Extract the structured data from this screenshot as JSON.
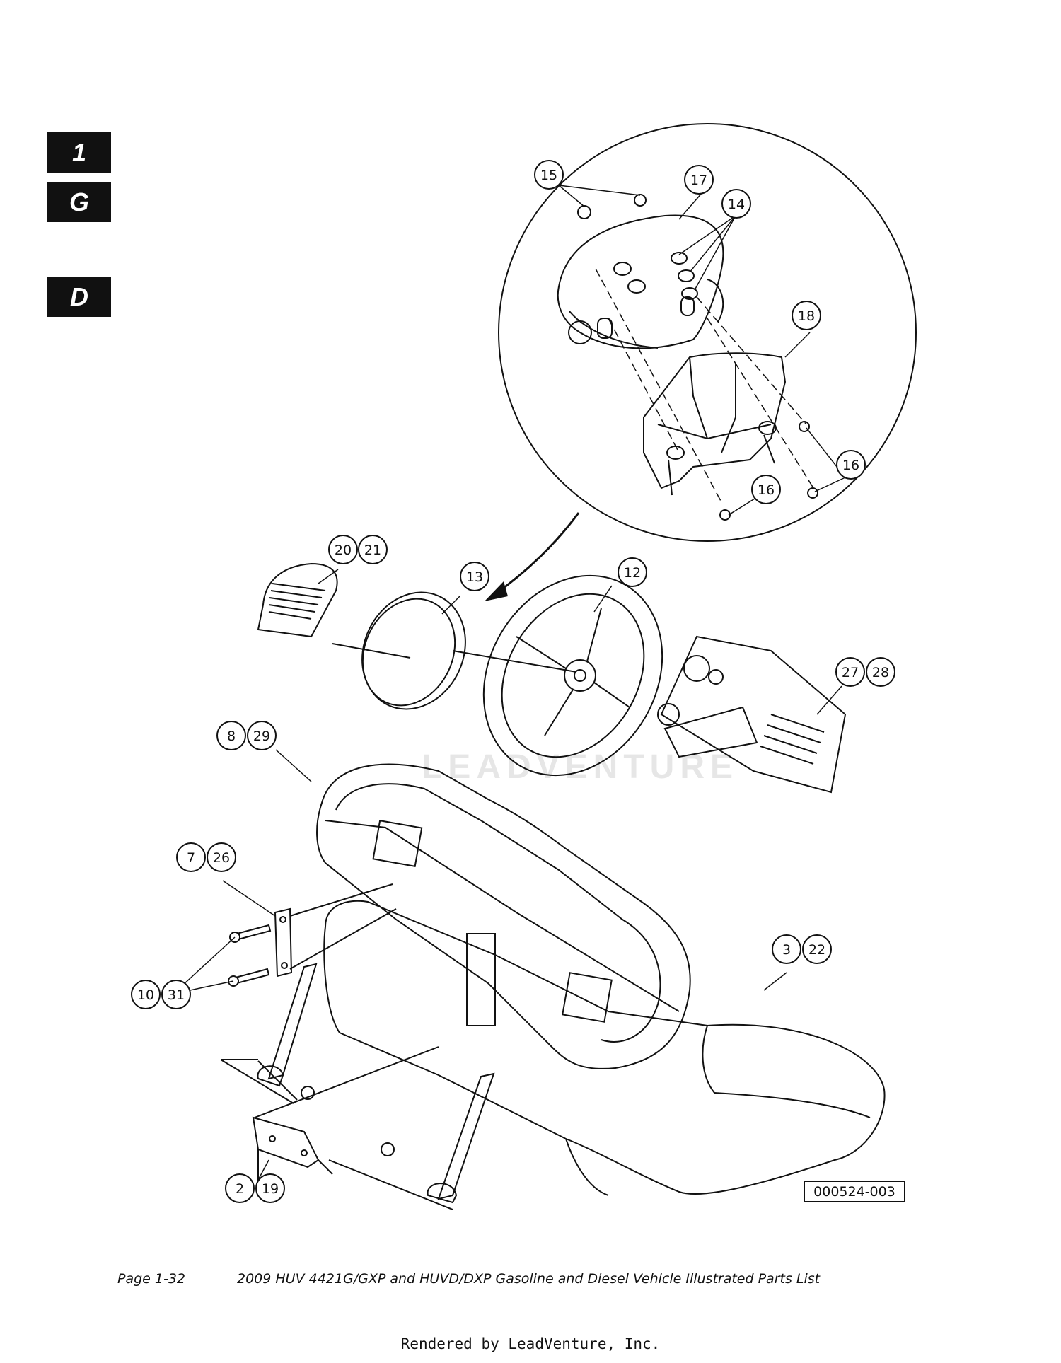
{
  "section_tabs": [
    {
      "label": "1"
    },
    {
      "label": "G"
    },
    {
      "label": "D"
    }
  ],
  "callouts": [
    {
      "id": "c15",
      "text": "15"
    },
    {
      "id": "c17",
      "text": "17"
    },
    {
      "id": "c14",
      "text": "14"
    },
    {
      "id": "c18",
      "text": "18"
    },
    {
      "id": "c16a",
      "text": "16"
    },
    {
      "id": "c16b",
      "text": "16"
    },
    {
      "id": "c20",
      "text": "20"
    },
    {
      "id": "c21",
      "text": "21"
    },
    {
      "id": "c13",
      "text": "13"
    },
    {
      "id": "c12",
      "text": "12"
    },
    {
      "id": "c27",
      "text": "27"
    },
    {
      "id": "c28",
      "text": "28"
    },
    {
      "id": "c8",
      "text": "8"
    },
    {
      "id": "c29",
      "text": "29"
    },
    {
      "id": "c7",
      "text": "7"
    },
    {
      "id": "c26",
      "text": "26"
    },
    {
      "id": "c3",
      "text": "3"
    },
    {
      "id": "c22",
      "text": "22"
    },
    {
      "id": "c10",
      "text": "10"
    },
    {
      "id": "c31",
      "text": "31"
    },
    {
      "id": "c2",
      "text": "2"
    },
    {
      "id": "c19",
      "text": "19"
    }
  ],
  "figure_id": "000524-003",
  "watermark": "LEADVENTURE",
  "footer": {
    "page": "Page 1-32",
    "title": "2009 HUV 4421G/GXP and HUVD/DXP Gasoline and Diesel Vehicle Illustrated Parts List"
  },
  "rendered_by": "Rendered by LeadVenture, Inc."
}
